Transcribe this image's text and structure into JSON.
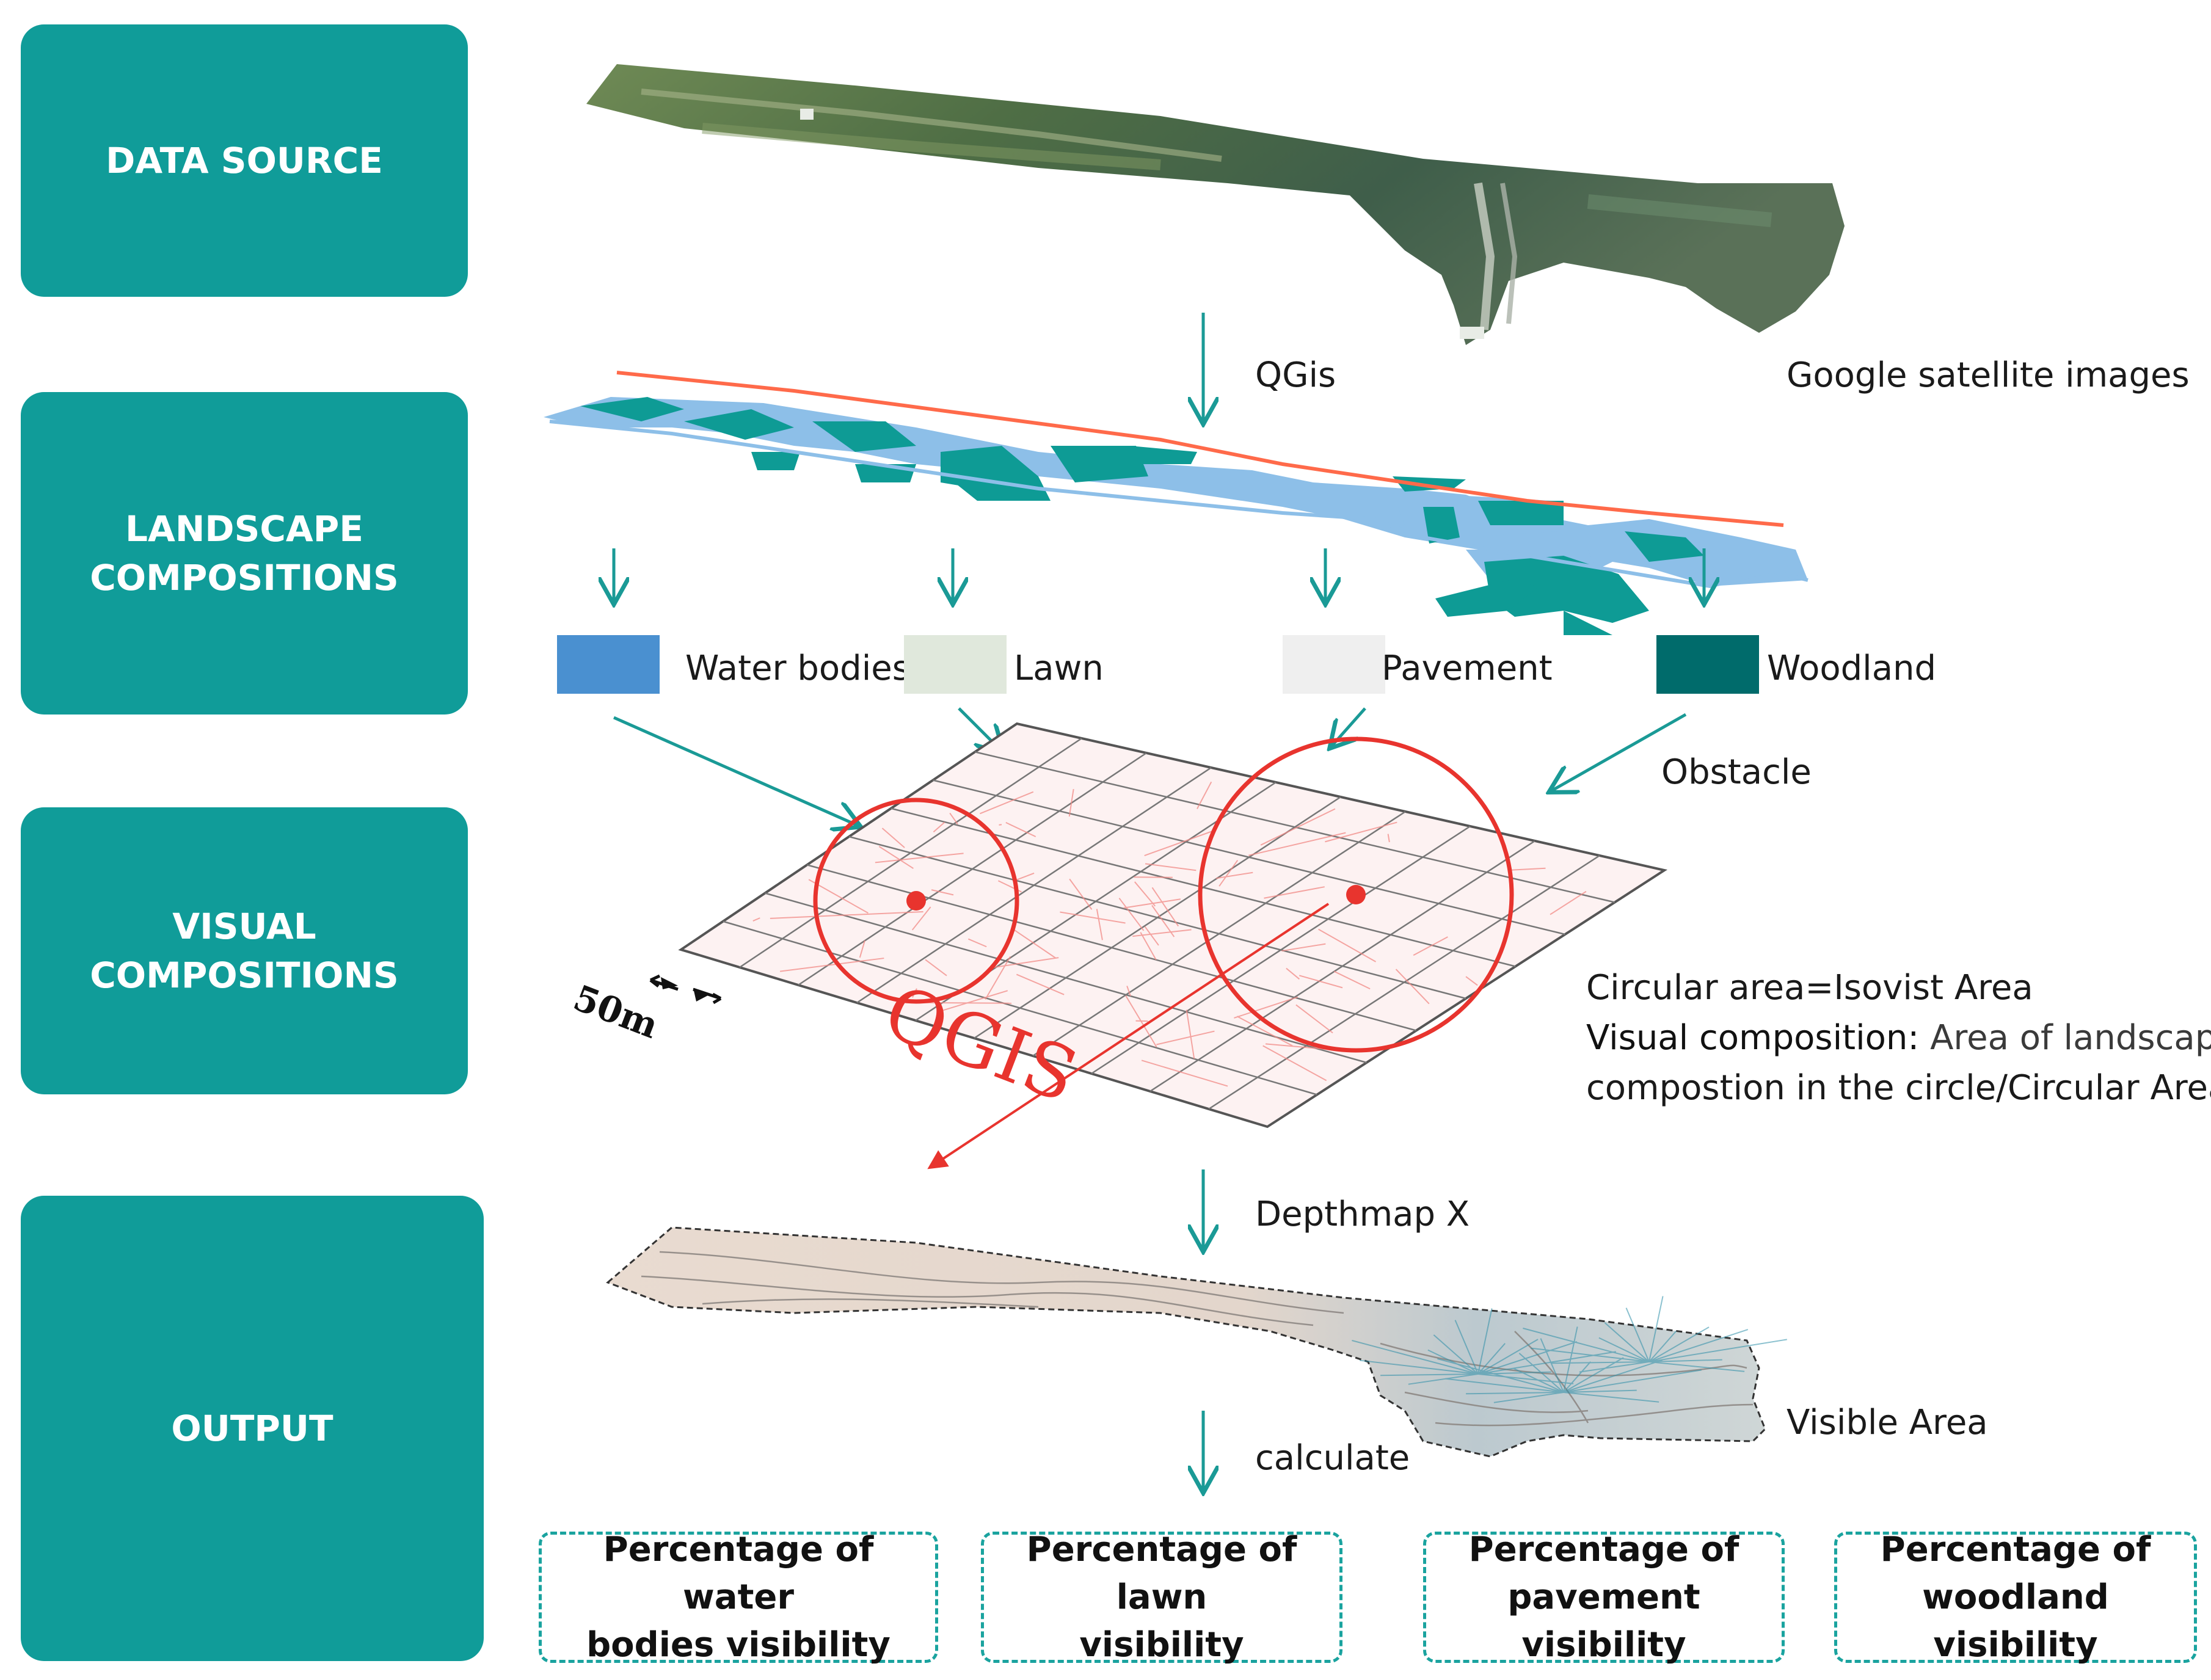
{
  "stages": {
    "data_source": "DATA SOURCE",
    "landscape_line1": "LANDSCAPE",
    "landscape_line2": "COMPOSITIONS",
    "visual_line1": "VISUAL",
    "visual_line2": "COMPOSITIONS",
    "output": "OUTPUT"
  },
  "steps": {
    "qgis": "QGis",
    "google": "Google satellite images",
    "depthmap": "Depthmap X",
    "calculate": "calculate",
    "visible_area": "Visible Area",
    "obstacle": "Obstacle"
  },
  "legend": [
    {
      "label": "Water bodies",
      "color": "#4a90d0"
    },
    {
      "label": "Lawn",
      "color": "#e0e8dc"
    },
    {
      "label": "Pavement",
      "color": "#efefef"
    },
    {
      "label": "Woodland",
      "color": "#006b6b"
    }
  ],
  "grid": {
    "watermark": "QGIS",
    "scale": "50m"
  },
  "notes": {
    "circular": "Circular area=Isovist Area",
    "visual_term": "Visual composition:",
    "visual_desc1": " Area of landscape",
    "visual_desc2": "compostion in the circle/Circular Area"
  },
  "results": [
    {
      "line1": "Percentage of water",
      "line2": "bodies visibility"
    },
    {
      "line1": "Percentage of lawn",
      "line2": "visibility"
    },
    {
      "line1": "Percentage of",
      "line2": "pavement visibility"
    },
    {
      "line1": "Percentage of",
      "line2": "woodland visibility"
    }
  ],
  "colors": {
    "teal": "#109c99",
    "arrow": "#1a9a96",
    "red": "#e8342e"
  }
}
